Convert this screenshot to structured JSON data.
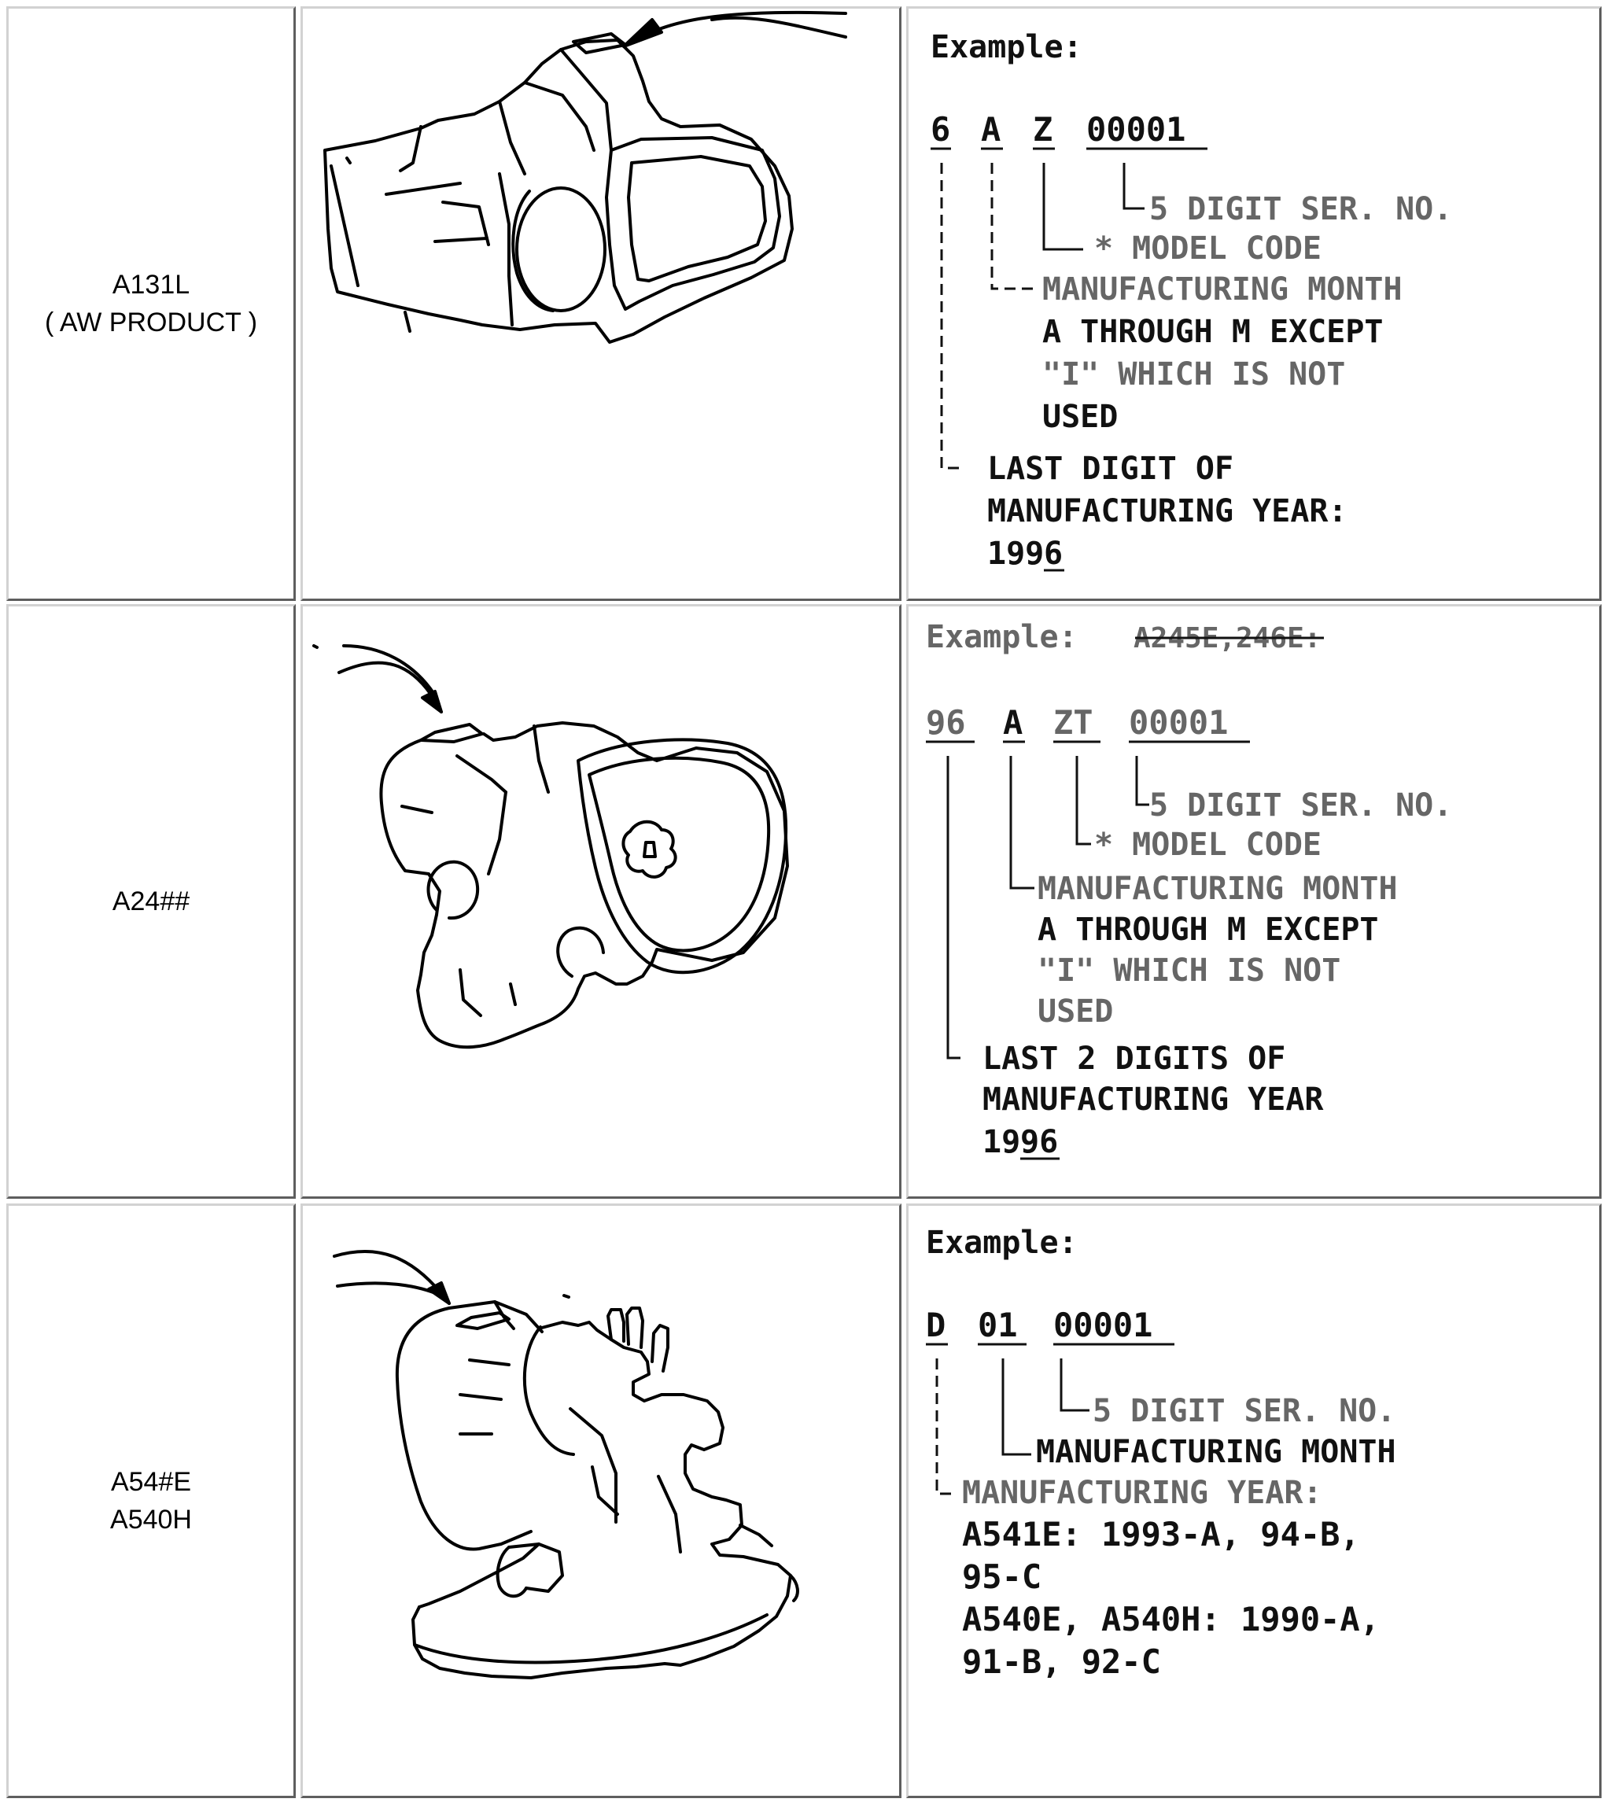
{
  "rows": [
    {
      "model_lines": [
        "A131L",
        "( AW PRODUCT )"
      ],
      "example": {
        "heading": "Example:",
        "code_parts": [
          "6",
          "A",
          "Z",
          "00001"
        ],
        "serial": "5 DIGIT SER. NO.",
        "model_code": "* MODEL CODE",
        "month_lines": [
          "MANUFACTURING MONTH",
          "A THROUGH M EXCEPT",
          "\"I\" WHICH IS NOT",
          "USED"
        ],
        "year_lines": [
          "LAST DIGIT OF",
          "MANUFACTURING YEAR:"
        ],
        "year_prefix": "199",
        "year_underlined": "6"
      }
    },
    {
      "model_lines": [
        "A24##"
      ],
      "example": {
        "heading": "Example:",
        "heading_suffix": "A245E,246E:",
        "code_parts": [
          "96",
          "A",
          "ZT",
          "00001"
        ],
        "serial": "5 DIGIT SER. NO.",
        "model_code": "* MODEL CODE",
        "month_lines": [
          "MANUFACTURING MONTH",
          "A THROUGH M EXCEPT",
          "\"I\" WHICH IS NOT",
          "USED"
        ],
        "year_lines": [
          "LAST 2 DIGITS OF",
          "MANUFACTURING YEAR"
        ],
        "year_prefix": "19",
        "year_underlined": "96"
      }
    },
    {
      "model_lines": [
        "A54#E",
        "A540H"
      ],
      "example": {
        "heading": "Example:",
        "code_parts": [
          "D",
          "01",
          "00001"
        ],
        "serial": "5 DIGIT SER. NO.",
        "month": "MANUFACTURING MONTH",
        "year_lines": [
          "MANUFACTURING YEAR:",
          "A541E: 1993-A, 94-B,",
          "95-C",
          "A540E, A540H: 1990-A,",
          "91-B, 92-C"
        ]
      }
    }
  ]
}
